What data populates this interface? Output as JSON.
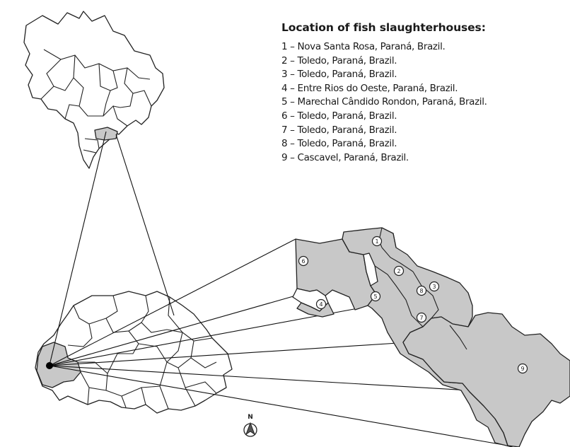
{
  "legend": {
    "title": "Location of fish slaughterhouses:",
    "items": [
      "1 – Nova Santa Rosa, Paraná, Brazil.",
      "2 – Toledo, Paraná, Brazil.",
      "3 – Toledo, Paraná, Brazil.",
      "4 –  Entre Rios do Oeste, Paraná, Brazil.",
      "5 – Marechal Cândido Rondon, Paraná, Brazil.",
      "6 – Toledo, Paraná, Brazil.",
      "7 – Toledo, Paraná, Brazil.",
      "8 – Toledo, Paraná, Brazil.",
      "9 – Cascavel, Paraná, Brazil."
    ]
  },
  "markers": [
    "1",
    "2",
    "3",
    "4",
    "5",
    "6",
    "7",
    "8",
    "9"
  ],
  "north_label": "N",
  "colors": {
    "highlight": "#c8c8c8",
    "outline": "#222222",
    "background": "#ffffff"
  }
}
